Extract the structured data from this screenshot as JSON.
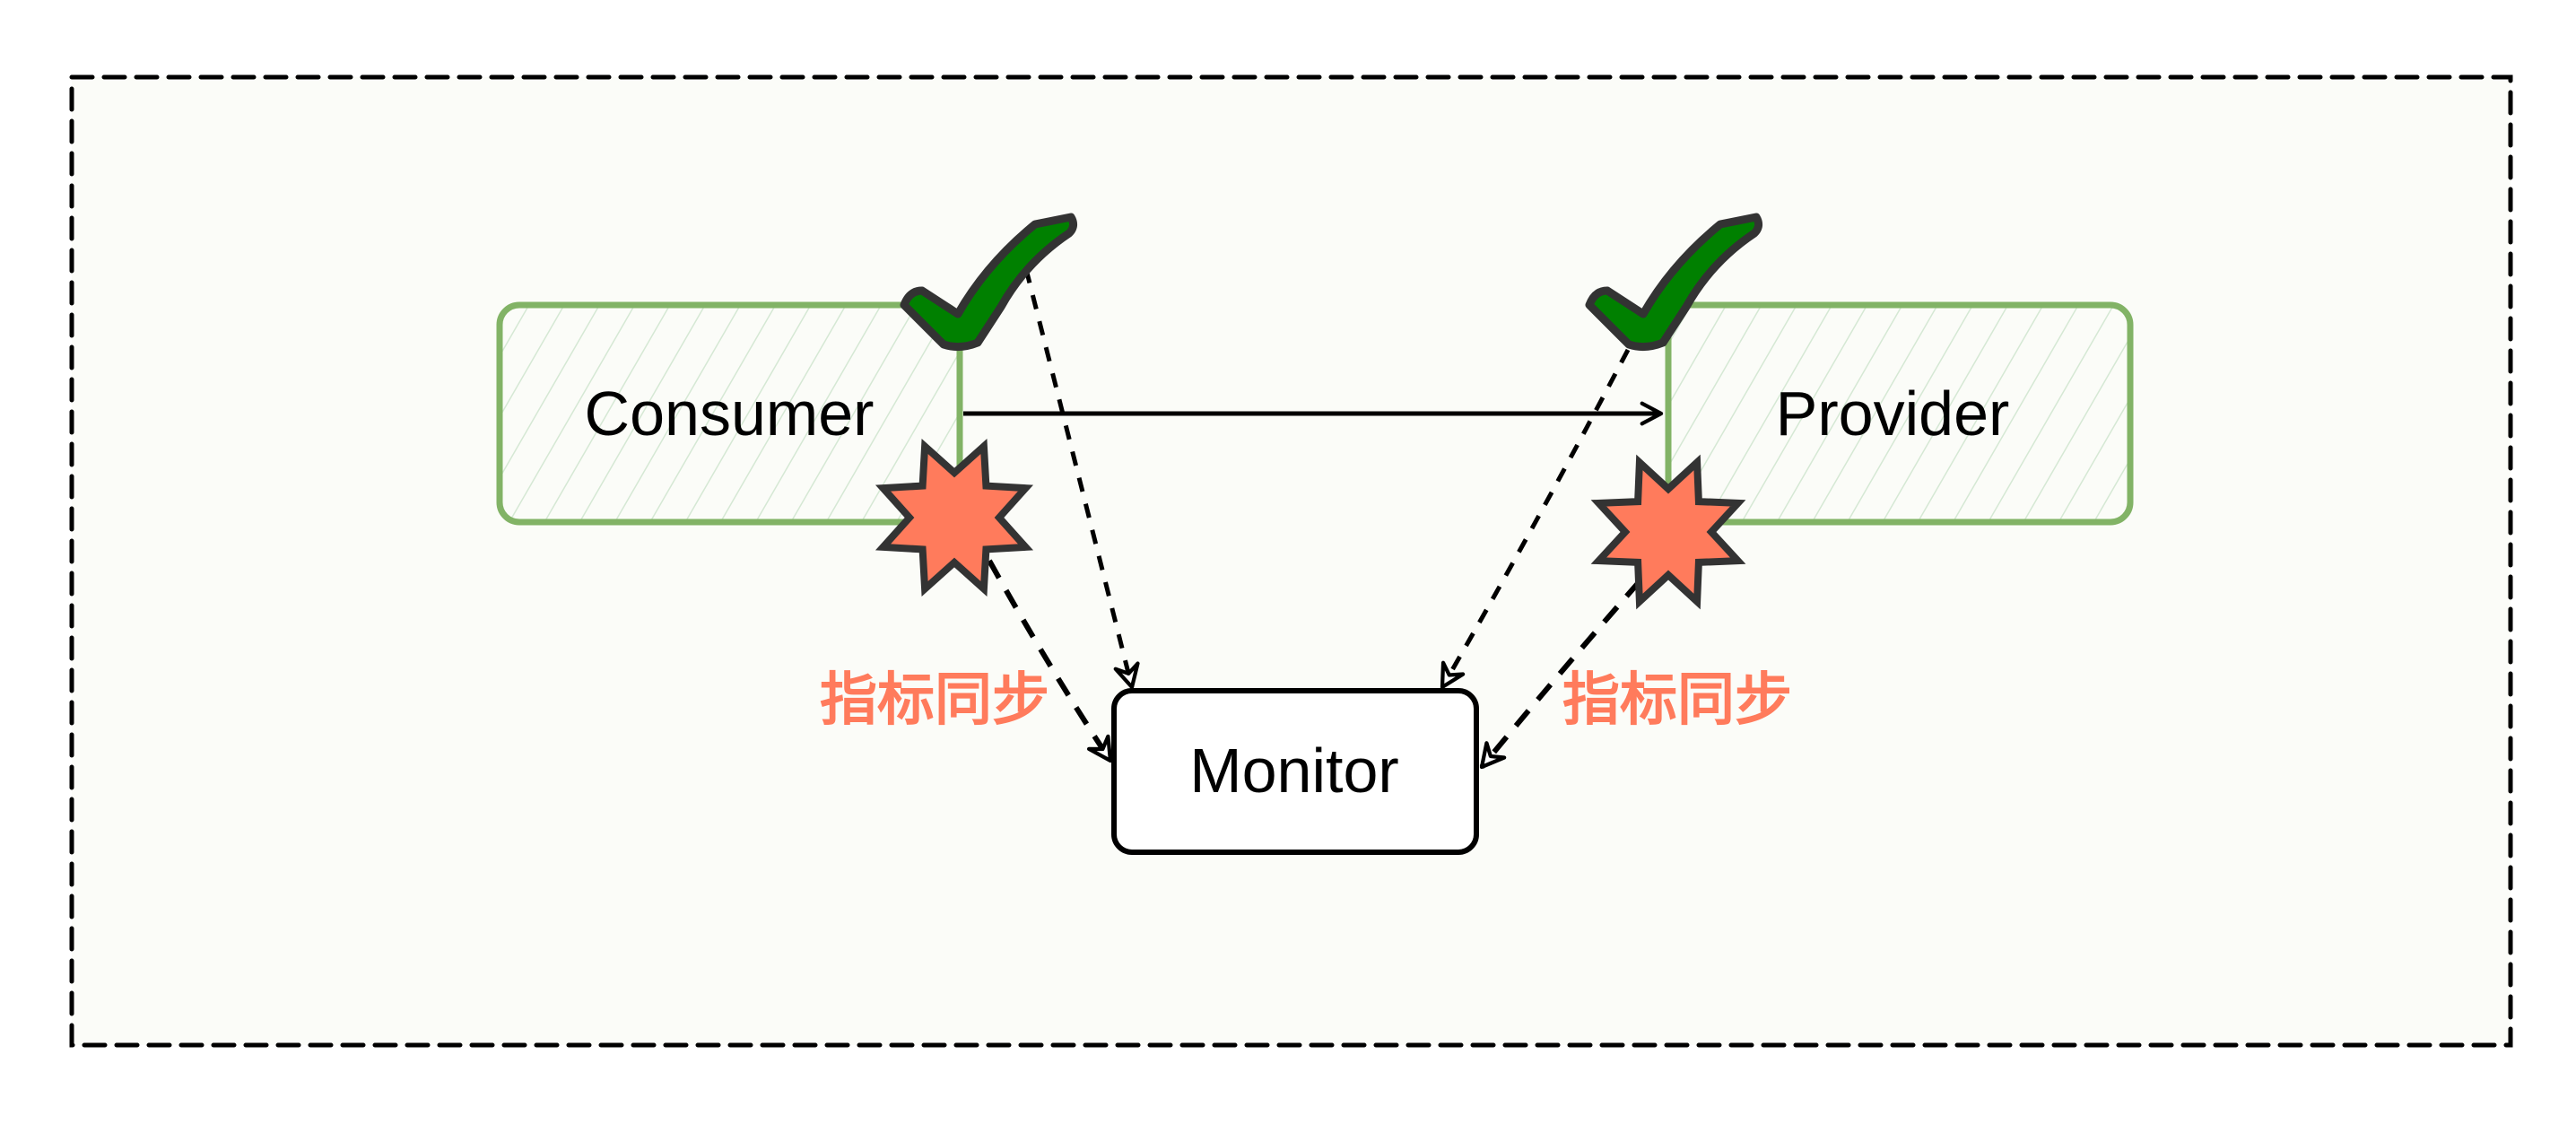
{
  "diagram": {
    "colors": {
      "background": "#fbfcf8",
      "frame_stroke": "#000000",
      "service_stroke": "#82b366",
      "service_hatch": "#d5e8d4",
      "monitor_fill": "#ffffff",
      "monitor_stroke": "#000000",
      "check_fill": "#008000",
      "check_stroke": "#333333",
      "burst_fill": "#ff7b5c",
      "burst_stroke": "#333333",
      "label_color": "#ff7b5c"
    },
    "nodes": {
      "consumer": {
        "label": "Consumer",
        "status_icon": "checkmark-icon",
        "alert_icon": "burst-icon"
      },
      "provider": {
        "label": "Provider",
        "status_icon": "checkmark-icon",
        "alert_icon": "burst-icon"
      },
      "monitor": {
        "label": "Monitor"
      }
    },
    "edges": [
      {
        "from": "consumer",
        "to": "provider",
        "style": "solid"
      },
      {
        "from": "consumer-check",
        "to": "monitor",
        "style": "dashed"
      },
      {
        "from": "consumer-burst",
        "to": "monitor",
        "style": "dashed"
      },
      {
        "from": "provider-check",
        "to": "monitor",
        "style": "dashed"
      },
      {
        "from": "provider-burst",
        "to": "monitor",
        "style": "dashed"
      }
    ],
    "labels": {
      "left_sync": "指标同步",
      "right_sync": "指标同步"
    }
  }
}
